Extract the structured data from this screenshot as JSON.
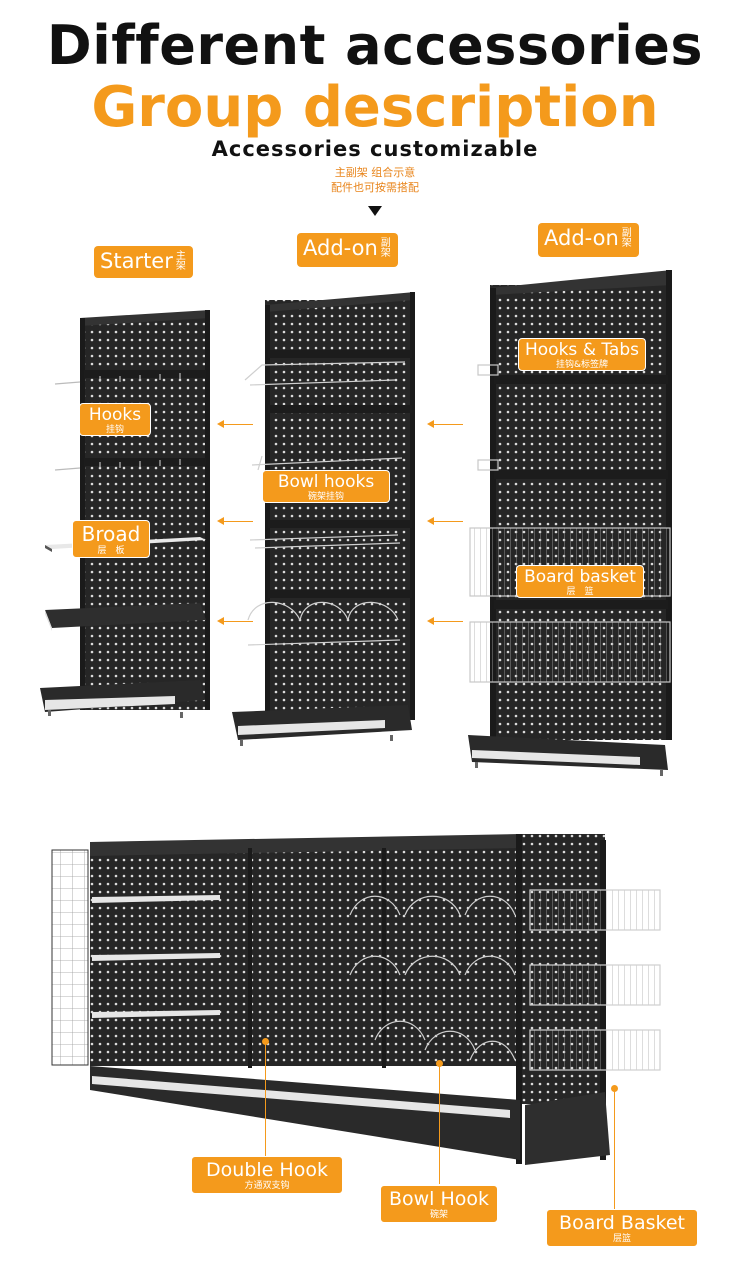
{
  "header": {
    "title_line1": "Different accessories",
    "title_line2": "Group description",
    "subtitle": "Accessories customizable",
    "note_line1": "主副架 组合示意",
    "note_line2": "配件也可按需搭配"
  },
  "shelves": {
    "starter": {
      "label": "Starter",
      "label_cn": "主架"
    },
    "addon1": {
      "label": "Add-on",
      "label_cn": "副架"
    },
    "addon2": {
      "label": "Add-on",
      "label_cn": "副架"
    }
  },
  "callouts": {
    "hooks": {
      "label": "Hooks",
      "label_cn": "挂钩"
    },
    "broad": {
      "label": "Broad",
      "label_cn": "层　板"
    },
    "bowl_hooks": {
      "label": "Bowl hooks",
      "label_cn": "碗架挂钩"
    },
    "hooks_tabs": {
      "label": "Hooks & Tabs",
      "label_cn": "挂钩&标签牌"
    },
    "board_basket": {
      "label": "Board basket",
      "label_cn": "层　篮"
    }
  },
  "bottom_callouts": {
    "double_hook": {
      "label": "Double Hook",
      "label_cn": "方通双支钩"
    },
    "bowl_hook": {
      "label": "Bowl Hook",
      "label_cn": "碗架"
    },
    "board_basket": {
      "label": "Board Basket",
      "label_cn": "层篮"
    }
  },
  "colors": {
    "accent": "#f49a1c",
    "text": "#111111",
    "shelf": "#2a2a2a"
  }
}
